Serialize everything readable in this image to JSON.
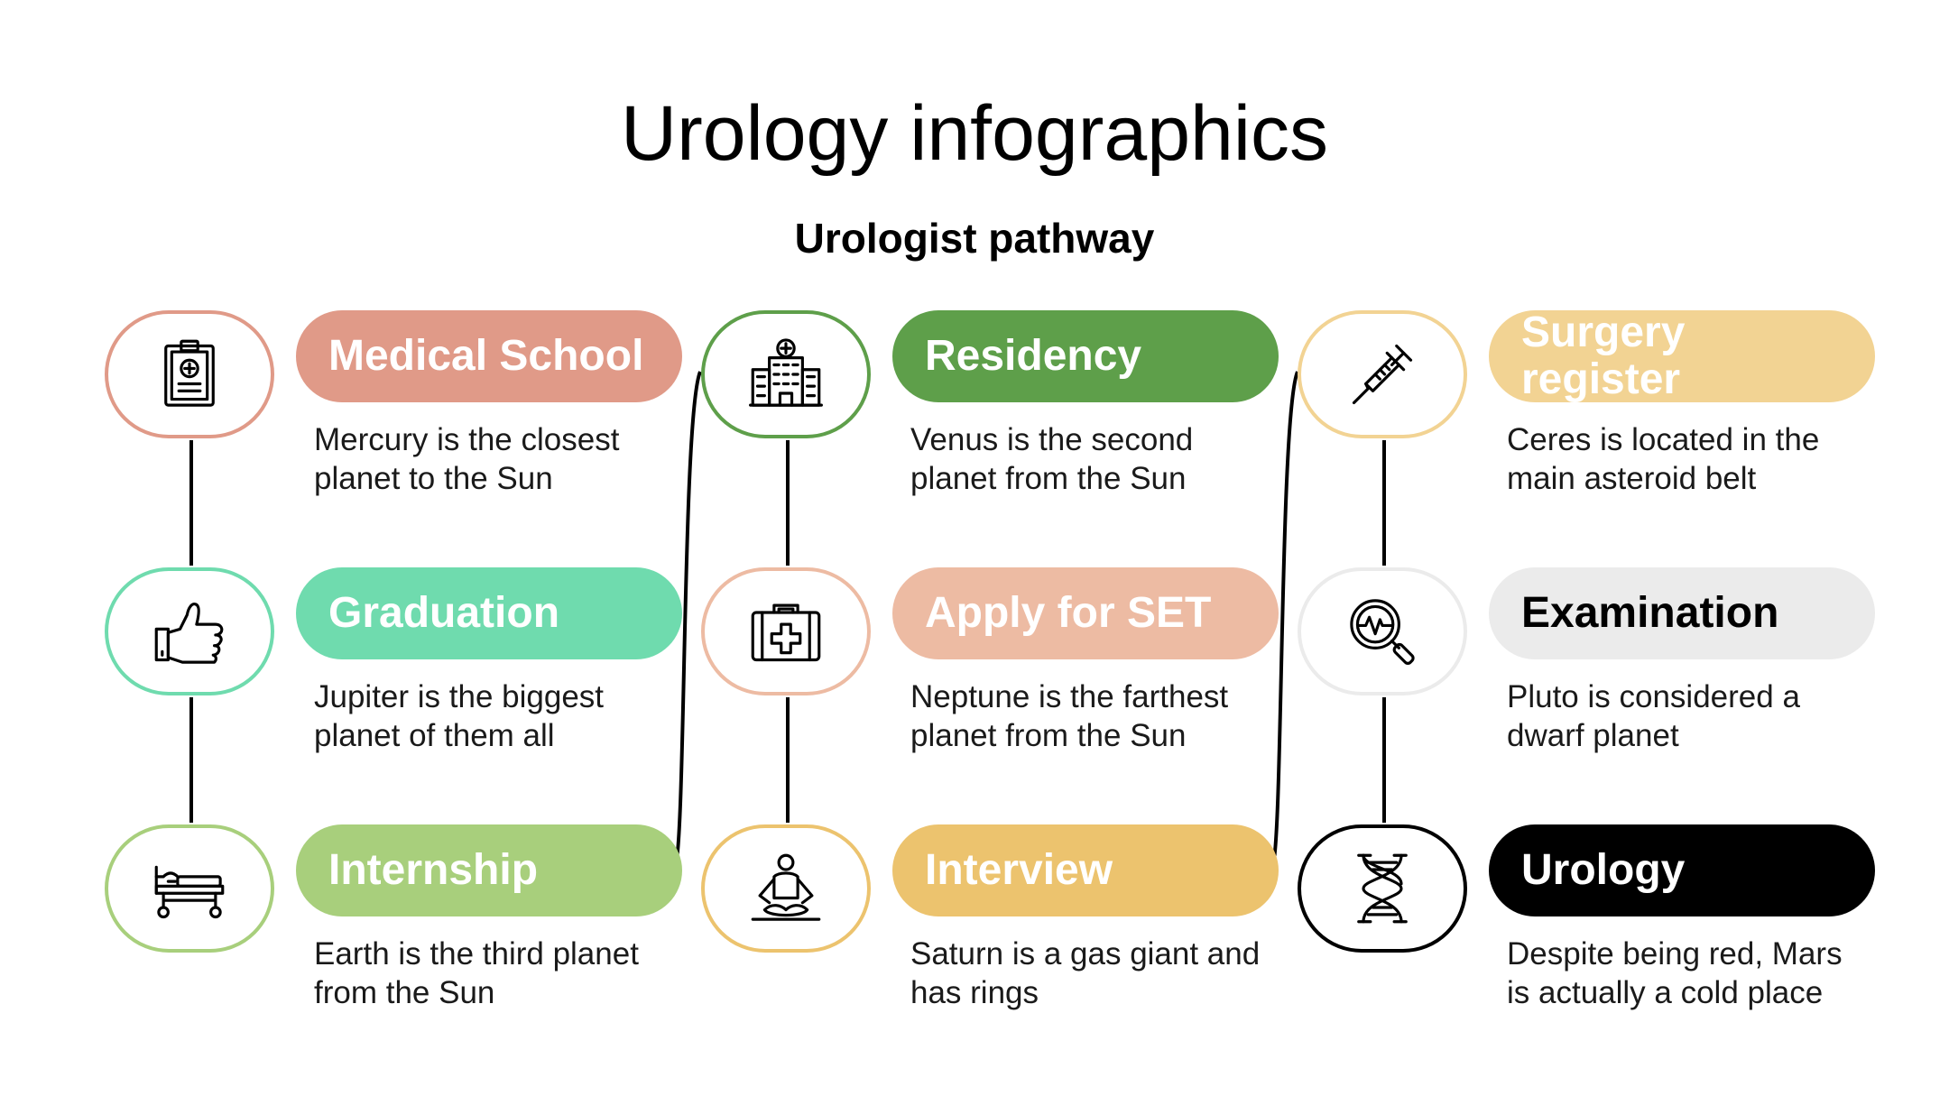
{
  "title": "Urology infographics",
  "subtitle": "Urologist pathway",
  "steps": [
    {
      "title": "Medical School",
      "desc": "Mercury is the closest planet to the Sun",
      "icon": "clipboard-icon",
      "color": "#E09A88",
      "border": "#E09A88",
      "text_color": "#ffffff"
    },
    {
      "title": "Graduation",
      "desc": "Jupiter is the biggest planet of them all",
      "icon": "thumbs-up-icon",
      "color": "#6FDBAE",
      "border": "#6FDBAE",
      "text_color": "#ffffff"
    },
    {
      "title": "Internship",
      "desc": "Earth is the third planet from the Sun",
      "icon": "stretcher-icon",
      "color": "#A8CF7C",
      "border": "#A8CF7C",
      "text_color": "#ffffff"
    },
    {
      "title": "Residency",
      "desc": "Venus is the second planet from the Sun",
      "icon": "hospital-icon",
      "color": "#5E9F4A",
      "border": "#5E9F4A",
      "text_color": "#ffffff"
    },
    {
      "title": "Apply for SET",
      "desc": "Neptune is the farthest planet from the Sun",
      "icon": "first-aid-kit-icon",
      "color": "#EDBBA3",
      "border": "#EDBBA3",
      "text_color": "#ffffff"
    },
    {
      "title": "Interview",
      "desc": "Saturn is a gas giant and has rings",
      "icon": "meditation-icon",
      "color": "#ECC36E",
      "border": "#ECC36E",
      "text_color": "#ffffff"
    },
    {
      "title": "Surgery register",
      "desc": "Ceres is located in the main asteroid belt",
      "icon": "syringe-icon",
      "color": "#F2D393",
      "border": "#F2D393",
      "text_color": "#ffffff"
    },
    {
      "title": "Examination",
      "desc": "Pluto is considered a dwarf planet",
      "icon": "magnifier-icon",
      "color": "#EBEBEB",
      "border": "#EBEBEB",
      "text_color": "#000000"
    },
    {
      "title": "Urology",
      "desc": "Despite being red, Mars is actually a cold place",
      "icon": "dna-icon",
      "color": "#000000",
      "border": "#000000",
      "text_color": "#ffffff"
    }
  ]
}
